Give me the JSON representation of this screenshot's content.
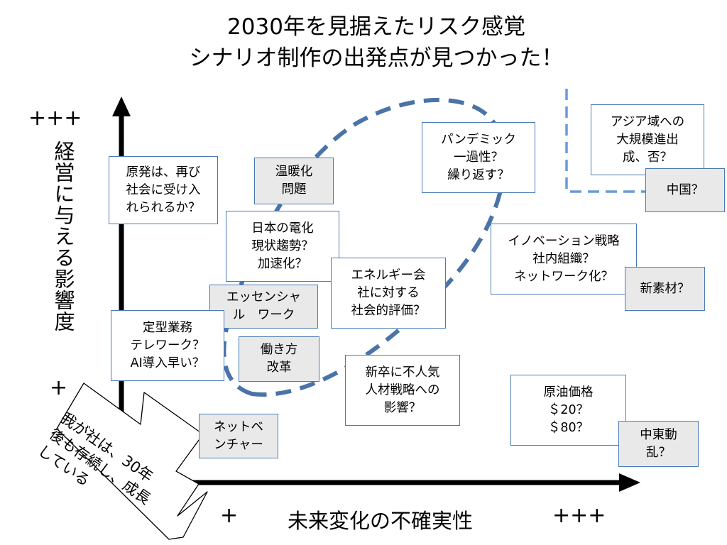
{
  "title": {
    "line1": "2030年を見据えたリスク感覚",
    "line2": "シナリオ制作の出発点が見つかった！"
  },
  "axes": {
    "y_label": "経営に与える影響度",
    "x_label": "未来変化の不確実性",
    "y_high_marker": "+++",
    "y_low_marker": "+",
    "x_low_marker": "+",
    "x_high_marker": "+++"
  },
  "callout": {
    "text": "我が社は、30年\n後も存続し、成長\nしている"
  },
  "boxes": {
    "nuclear": "原発は、再び\n社会に受け入\nれられるか？",
    "warming": "温暖化\n問題",
    "electrification": "日本の電化\n現状趨勢？\n加速化？",
    "essential_work": "エッセンシャ\nル　ワーク",
    "routine_telework": "定型業務\nテレワーク？\nAI導入早い？",
    "work_reform": "働き方\n改革",
    "venture": "ネットベ\nンチャー",
    "energy_company": "エネルギー会\n社に対する\n社会的評価？",
    "new_grads": "新卒に不人気\n人材戦略への\n影響？",
    "pandemic": "パンデミック\n一過性？\n繰り返す？",
    "innovation": "イノベーション戦略\n社内組織？\nネットワーク化？",
    "new_materials": "新素材？",
    "asia": "アジア域への\n大規模進出\n成、否？",
    "china": "中国？",
    "oil_price": "原油価格\n＄20？\n＄80？",
    "middle_east": "中東動\n乱？"
  },
  "colors": {
    "accent_blue": "#4a74a8",
    "box_border": "#4a7ab5",
    "gray_fill": "#e9e9e9"
  }
}
